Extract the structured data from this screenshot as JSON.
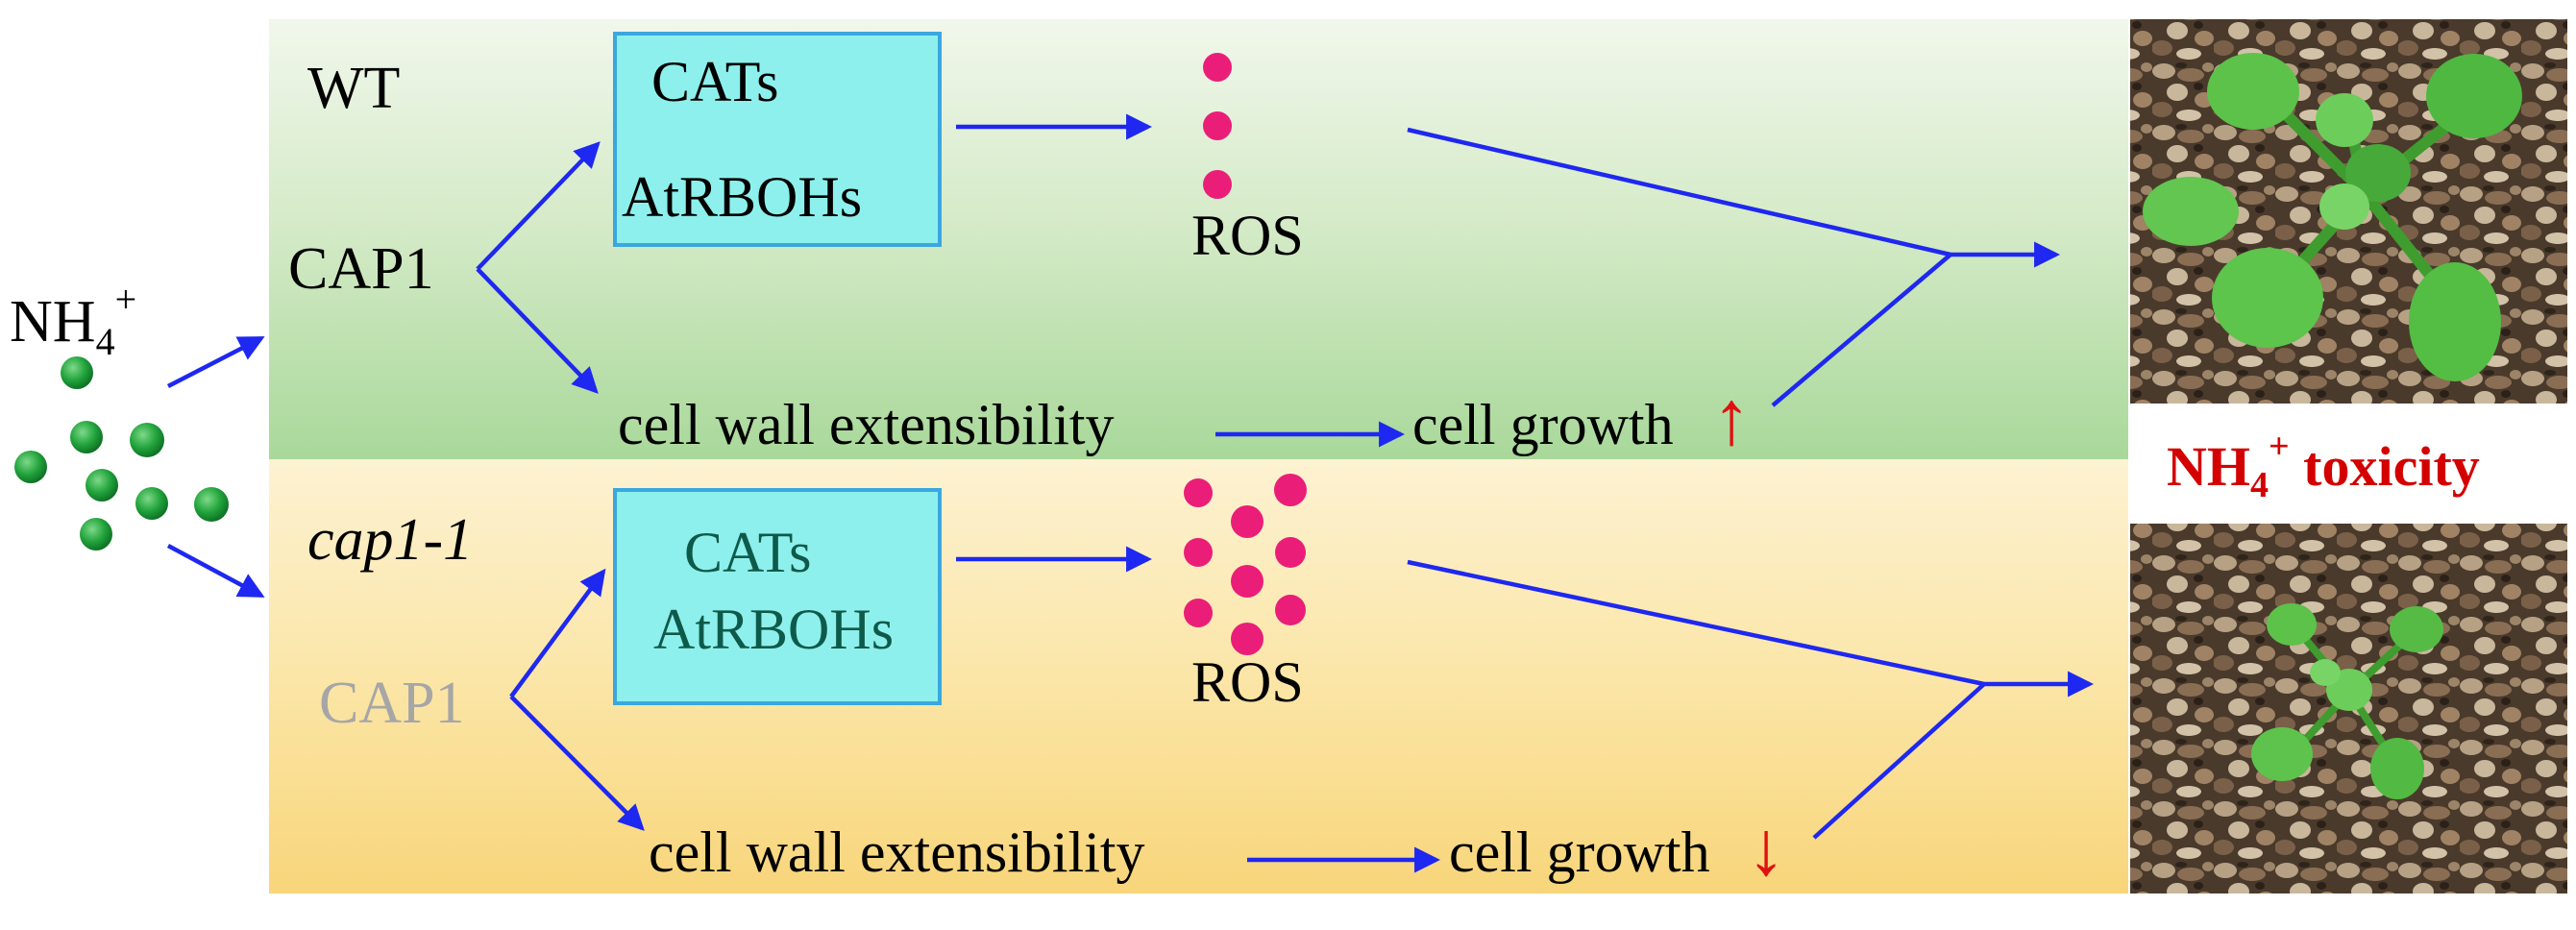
{
  "left": {
    "nh4_label": "NH",
    "nh4_sub": "4",
    "nh4_sup": "+"
  },
  "wt": {
    "genotype": "WT",
    "cap1": "CAP1",
    "box_line1": "CATs",
    "box_line2": "AtRBOHs",
    "ros": "ROS",
    "cell_wall": "cell wall extensibility",
    "cell_growth": "cell growth",
    "growth_arrow": "↑"
  },
  "mutant": {
    "genotype": "cap1-1",
    "cap1": "CAP1",
    "box_line1": "CATs",
    "box_line2": "AtRBOHs",
    "ros": "ROS",
    "cell_wall": "cell wall extensibility",
    "cell_growth": "cell growth",
    "growth_arrow": "↓"
  },
  "right": {
    "tox_prefix": "NH",
    "tox_sub": "4",
    "tox_sup": "+",
    "tox_suffix": " toxicity"
  },
  "colors": {
    "arrow": "#1e28f0",
    "ros_dot": "#ea1e78",
    "nh4_dot": "#1f9a3a",
    "box_fill": "#8ef0ec",
    "box_stroke": "#3aa7e0",
    "toxicity_text": "#d40000",
    "growth_arrow": "#e01010",
    "cap1_faded": "#a6a6a6",
    "box_text_mutant": "#0e5a4a"
  },
  "icons": [
    "nh4-ion-dot",
    "ros-dot",
    "wt-plant-photo",
    "mutant-plant-photo"
  ]
}
